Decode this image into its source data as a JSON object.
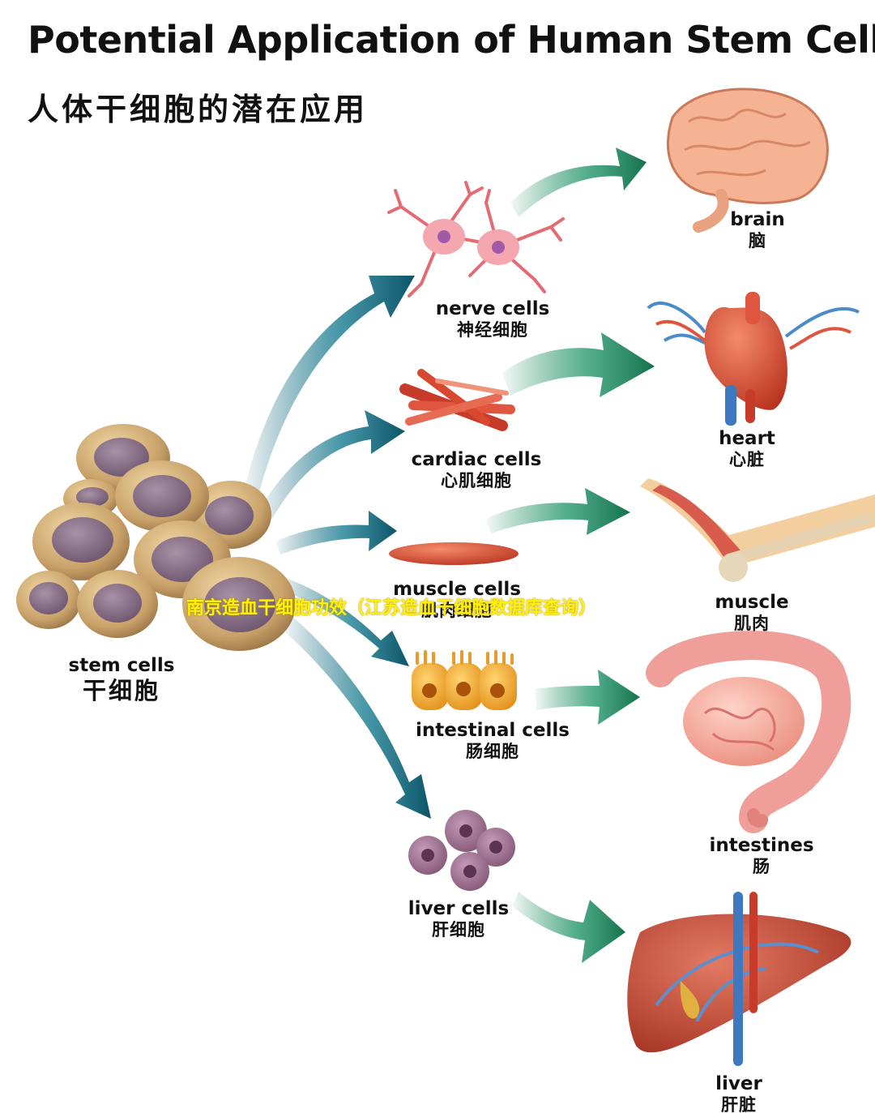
{
  "title": {
    "en": "Potential Application of Human Stem Cells",
    "zh": "人体干细胞的潜在应用"
  },
  "source": {
    "en": "stem cells",
    "zh": "干细胞"
  },
  "cells": [
    {
      "en": "nerve cells",
      "zh": "神经细胞"
    },
    {
      "en": "cardiac cells",
      "zh": "心肌细胞"
    },
    {
      "en": "muscle cells",
      "zh": "肌肉细胞"
    },
    {
      "en": "intestinal cells",
      "zh": "肠细胞"
    },
    {
      "en": "liver cells",
      "zh": "肝细胞"
    }
  ],
  "organs": [
    {
      "en": "brain",
      "zh": "脑"
    },
    {
      "en": "heart",
      "zh": "心脏"
    },
    {
      "en": "muscle",
      "zh": "肌肉"
    },
    {
      "en": "intestines",
      "zh": "肠"
    },
    {
      "en": "liver",
      "zh": "肝脏"
    }
  ],
  "watermark": "南京造血干细胞功效（江苏造血干细胞数据库查询）",
  "colors": {
    "stem_arrow": "#0f5f73",
    "organ_arrow": "#17855a",
    "watermark": "#fff200",
    "stem_cell": "#c9a26a",
    "stem_nucleus": "#8a6f86"
  }
}
